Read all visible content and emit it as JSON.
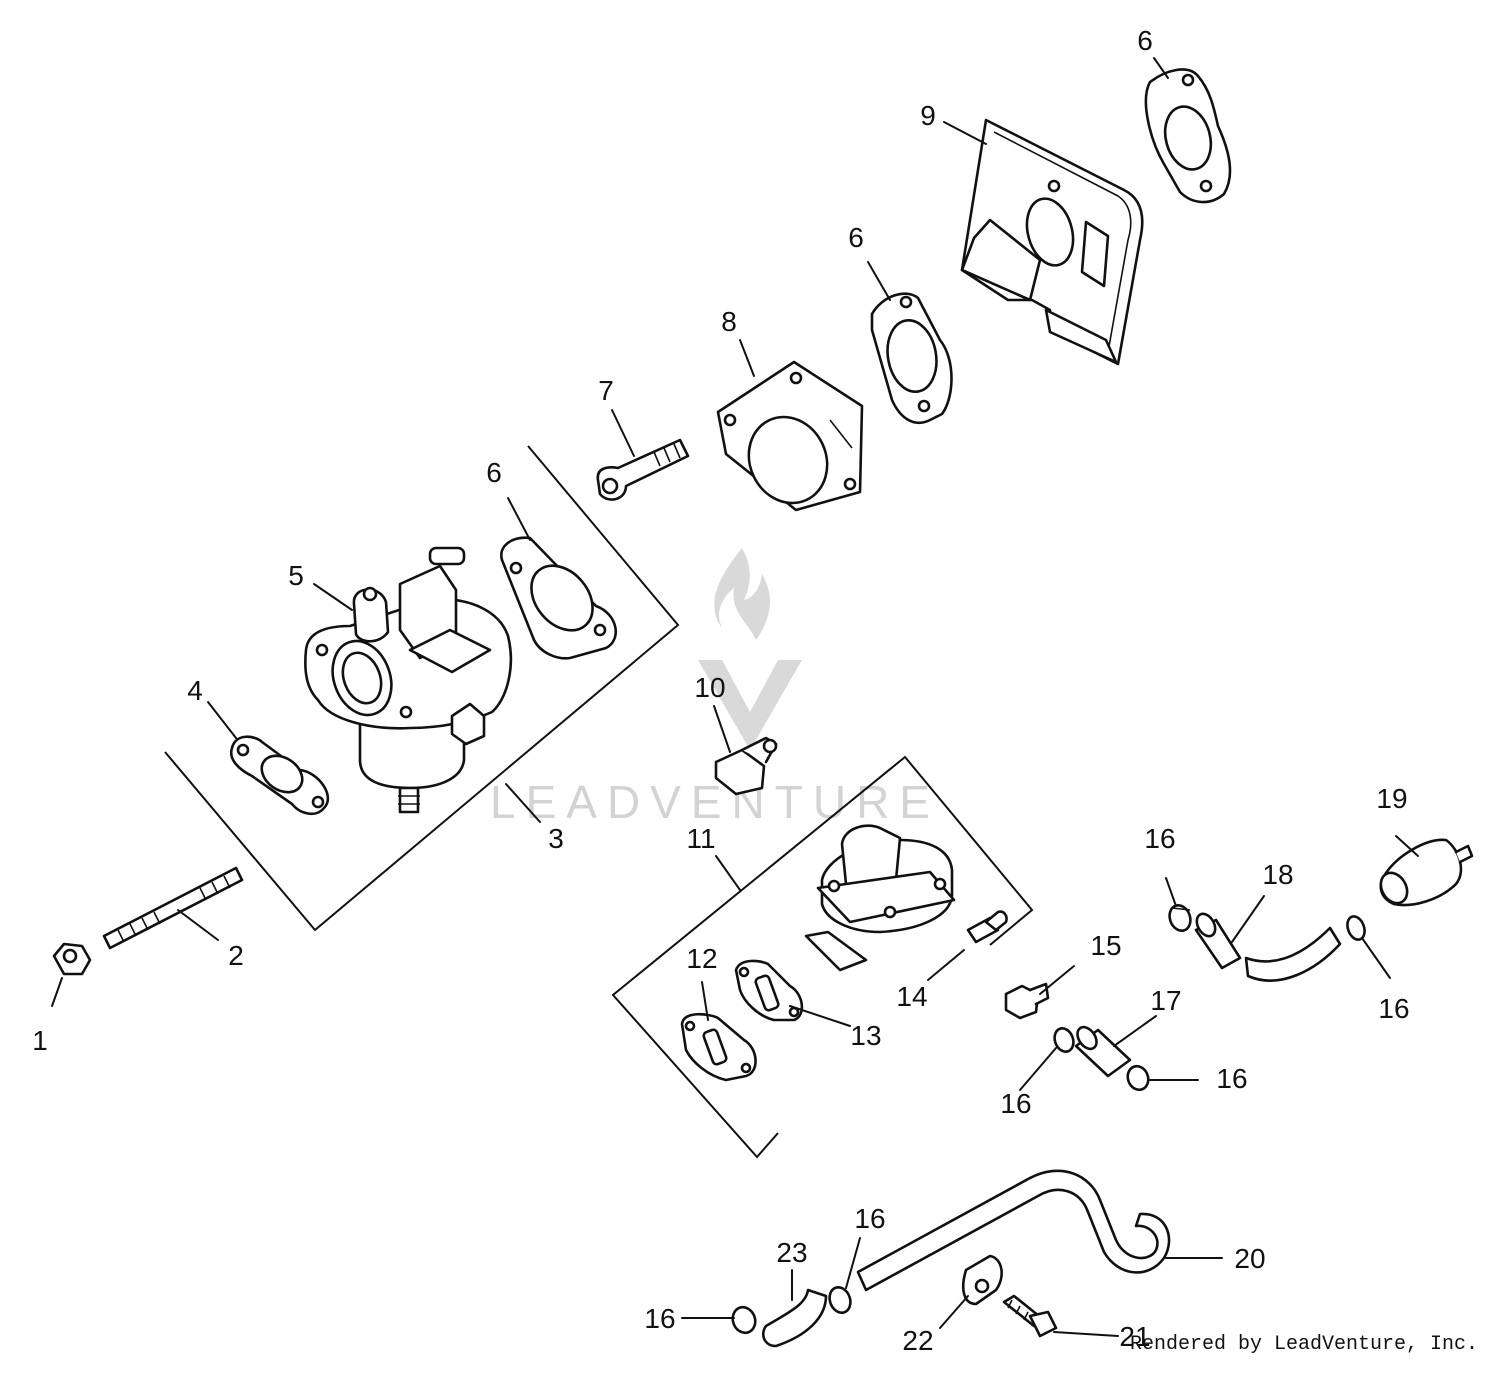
{
  "diagram": {
    "watermark_text": "LEADVENTURE",
    "credit": "Rendered by LeadVenture, Inc.",
    "callouts": [
      {
        "id": "c1",
        "text": "1"
      },
      {
        "id": "c2",
        "text": "2"
      },
      {
        "id": "c3",
        "text": "3"
      },
      {
        "id": "c4",
        "text": "4"
      },
      {
        "id": "c5",
        "text": "5"
      },
      {
        "id": "c6a",
        "text": "6"
      },
      {
        "id": "c6b",
        "text": "6"
      },
      {
        "id": "c6c",
        "text": "6"
      },
      {
        "id": "c7",
        "text": "7"
      },
      {
        "id": "c8",
        "text": "8"
      },
      {
        "id": "c9",
        "text": "9"
      },
      {
        "id": "c10",
        "text": "10"
      },
      {
        "id": "c11",
        "text": "11"
      },
      {
        "id": "c12",
        "text": "12"
      },
      {
        "id": "c13",
        "text": "13"
      },
      {
        "id": "c14",
        "text": "14"
      },
      {
        "id": "c15",
        "text": "15"
      },
      {
        "id": "c16a",
        "text": "16"
      },
      {
        "id": "c16b",
        "text": "16"
      },
      {
        "id": "c16c",
        "text": "16"
      },
      {
        "id": "c16d",
        "text": "16"
      },
      {
        "id": "c16e",
        "text": "16"
      },
      {
        "id": "c16f",
        "text": "16"
      },
      {
        "id": "c17",
        "text": "17"
      },
      {
        "id": "c18",
        "text": "18"
      },
      {
        "id": "c19",
        "text": "19"
      },
      {
        "id": "c20",
        "text": "20"
      },
      {
        "id": "c21",
        "text": "21"
      },
      {
        "id": "c22",
        "text": "22"
      },
      {
        "id": "c23",
        "text": "23"
      }
    ]
  }
}
